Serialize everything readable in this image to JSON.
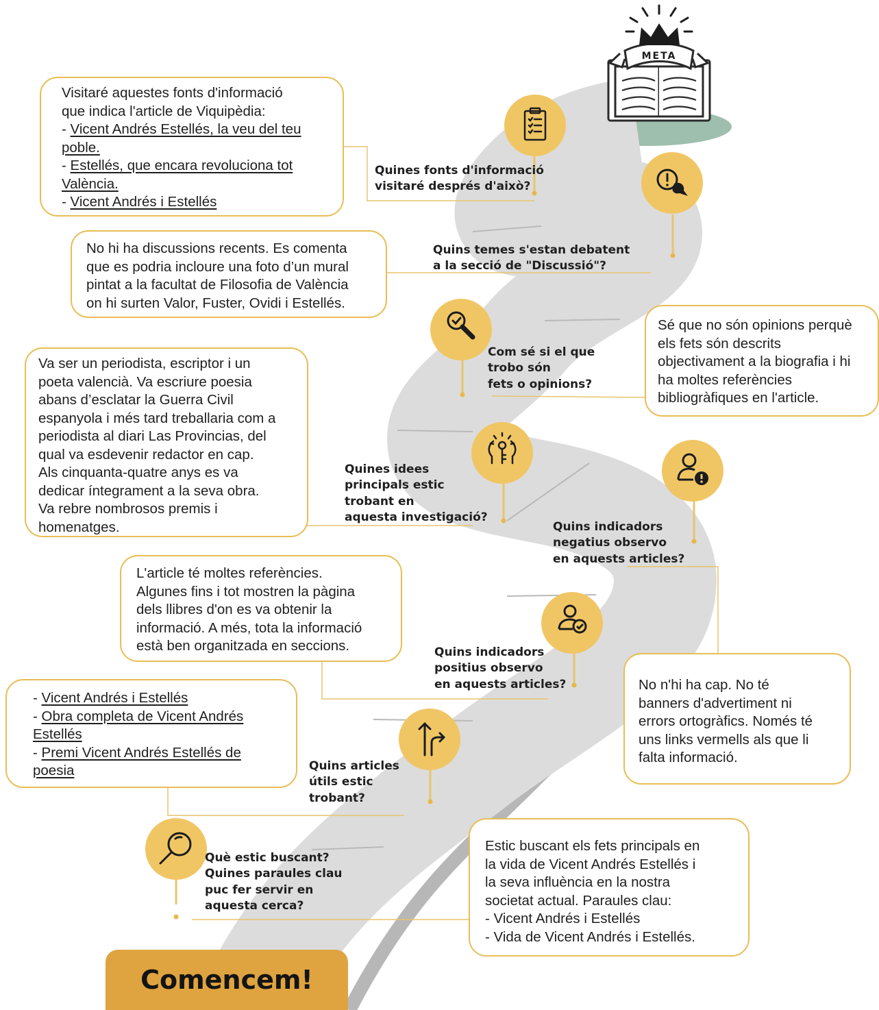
{
  "goal": {
    "label": "META"
  },
  "start": {
    "label": "Comencem!"
  },
  "steps": [
    {
      "question": [
        "Què estic buscant?",
        "Quines paraules clau",
        "puc fer servir en",
        "aquesta cerca?"
      ],
      "answer": [
        "Estic buscant els fets principals en",
        "la vida de Vicent Andrés Estellés i",
        "la seva influència en la nostra",
        "societat actual. Paraules clau:",
        "- Vicent Andrés i Estellés",
        "- Vida de Vicent Andrés i Estellés."
      ],
      "icon": "magnifier-icon"
    },
    {
      "question": [
        "Quins articles",
        "útils estic",
        "trobant?"
      ],
      "answer_intro": [
        "- ",
        "- ",
        "",
        "- "
      ],
      "answer_links": [
        "Vicent Andrés i Estellés",
        "Obra completa de Vicent Andrés",
        "Estellés",
        "Premi Vicent Andrés Estellés de",
        "poesia"
      ],
      "icon": "split-arrow-icon"
    },
    {
      "question": [
        "Quins indicadors",
        "positius observo",
        "en aquests articles?"
      ],
      "answer": [
        "L'article té moltes referències.",
        "Algunes fins i tot mostren la pàgina",
        "dels llibres d'on es va obtenir la",
        "informació. A més, tota la informació",
        "està ben organitzada en seccions."
      ],
      "icon": "user-check-icon"
    },
    {
      "question": [
        "Quins indicadors",
        "negatius observo",
        "en aquests articles?"
      ],
      "answer": [
        "No n'hi ha cap. No té",
        "banners d'advertiment ni",
        "errors ortogràfics. Només té",
        "uns links vermells als que li",
        "falta informació."
      ],
      "icon": "user-alert-icon"
    },
    {
      "question": [
        "Quines idees",
        "principals estic",
        "trobant en",
        "aquesta investigació?"
      ],
      "answer": [
        "Va ser un periodista, escriptor i un",
        "poeta valencià. Va escriure poesia",
        "abans d’esclatar la Guerra Civil",
        "espanyola i més tard treballaria com a",
        "periodista al diari Las Provincias, del",
        "qual va esdevenir redactor en cap.",
        "Als cinquanta-quatre anys es va",
        "dedicar íntegrament a la seva obra.",
        "Va rebre nombrosos premis i",
        "homenatges."
      ],
      "icon": "head-idea-icon"
    },
    {
      "question": [
        "Com sé si el que",
        "trobo són",
        "fets o opinions?"
      ],
      "answer": [
        "Sé que no són opinions perquè",
        "els fets són descrits",
        "objectivament a la biografia i hi",
        "ha moltes referències",
        "bibliogràfiques en l'article."
      ],
      "icon": "search-check-icon"
    },
    {
      "question": [
        "Quins temes s'estan debatent",
        "a la secció de \"Discussió\"?"
      ],
      "answer": [
        "No hi ha discussions recents. Es comenta",
        "que es podria incloure una foto d’un mural",
        "pintat a la facultat de Filosofia de València",
        "on hi surten Valor, Fuster, Ovidi i Estellés."
      ],
      "icon": "discussion-icon"
    },
    {
      "question": [
        "Quines fonts d'informació",
        "visitaré després d'això?"
      ],
      "answer_lines": [
        "Visitaré aquestes fonts d'informació",
        "que indica l'article de Viquipèdia:"
      ],
      "answer_links": [
        "Vicent Andrés Estellés, la veu del teu",
        "poble.",
        "Estellés, que encara revoluciona tot",
        "València.",
        "Vicent Andrés i Estellés"
      ],
      "icon": "clipboard-icon"
    }
  ],
  "colors": {
    "accent": "#f0c665",
    "border": "#e8bd55",
    "start": "#dfa440",
    "road": "#dcdcdc",
    "island": "#9fbfae"
  }
}
